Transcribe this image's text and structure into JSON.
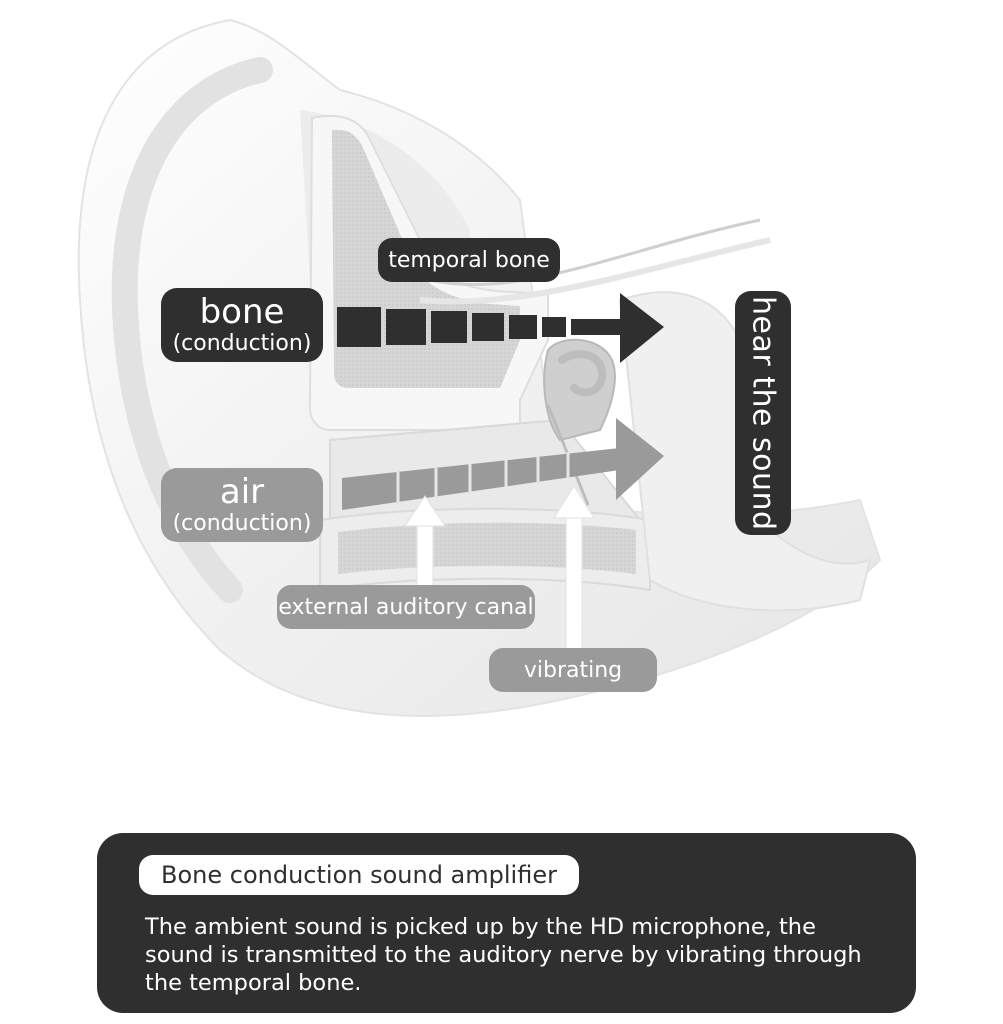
{
  "diagram": {
    "labels": {
      "temporal_bone": "temporal bone",
      "bone_main": "bone",
      "bone_sub": "(conduction)",
      "air_main": "air",
      "air_sub": "(conduction)",
      "hear_the_sound": "hear the sound",
      "external_canal": "external auditory canal",
      "vibrating": "vibrating"
    },
    "colors": {
      "dark": "#2f2f2f",
      "gray": "#9a9a9a",
      "ear_fill": "#f4f4f4",
      "bone_tissue": "#d9d9d9"
    }
  },
  "info_card": {
    "title": "Bone conduction sound amplifier",
    "body": "The ambient sound is picked up by the HD microphone, the sound is transmitted to the auditory nerve by vibrating through the temporal bone."
  }
}
